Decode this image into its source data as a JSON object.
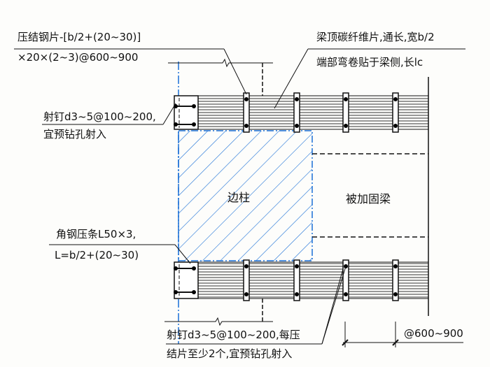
{
  "labels": {
    "steel_plate_1": "压结钢片-[b/2+(20~30)]",
    "steel_plate_2": "×20×(2~3)@600~900",
    "cfrp_1": "梁顶碳纤维片,通长,宽b/2",
    "cfrp_2": "端部弯卷贴于梁侧,长lc",
    "nail_top_1": "射钉d3~5@100~200,",
    "nail_top_2": "宜预钻孔射入",
    "column": "边柱",
    "beam": "被加固梁",
    "angle_1": "角钢压条L50×3,",
    "angle_2": "L=b/2+(20~30)",
    "nail_bottom_1": "射钉d3~5@100~200,每压",
    "nail_bottom_2": "结片至少2个,宜预钻孔射入",
    "spacing": "@600~900"
  },
  "colors": {
    "column_blue": "#1a6fd6",
    "line": "#111111"
  }
}
